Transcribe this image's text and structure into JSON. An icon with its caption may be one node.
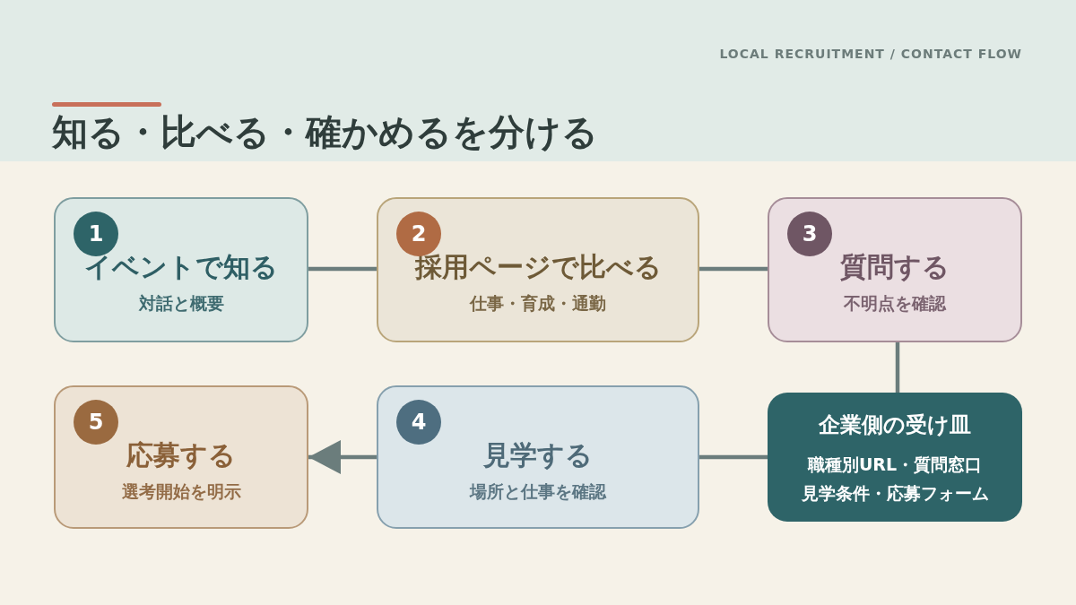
{
  "diagram": {
    "title": "知る・比べる・確かめるを分ける",
    "nodes": [
      {
        "text": [
          "イベントで知る",
          "対話と概要"
        ]
      },
      {
        "text": [
          "1"
        ],
        "in": 0
      },
      {
        "text": [
          "採用ページで比べる",
          "仕事・育成・通勤"
        ]
      },
      {
        "text": [
          "2"
        ],
        "in": 2
      },
      {
        "text": [
          "質問する",
          "不明点を確認"
        ]
      },
      {
        "text": [
          "3"
        ],
        "in": 4
      },
      {
        "text": [
          "企業側の受け皿",
          "職種別URL・質問窓口",
          "見学条件・応募フォーム"
        ]
      },
      {
        "text": [
          "見学する",
          "場所と仕事を確認"
        ]
      },
      {
        "text": [
          "4"
        ],
        "in": 7
      },
      {
        "text": [
          "応募する",
          "選考開始を明示"
        ]
      },
      {
        "text": [
          "5"
        ],
        "in": 9
      }
    ],
    "edges": [
      {
        "from": 0,
        "to": 2,
        "arrow": "none"
      },
      {
        "from": 2,
        "to": 4,
        "arrow": "none"
      },
      {
        "from": 4,
        "to": 6,
        "arrow": "none"
      },
      {
        "from": 6,
        "to": 7,
        "arrow": "none"
      },
      {
        "from": 7,
        "to": 9,
        "arrow": "to"
      }
    ],
    "labels": [
      "LOCAL RECRUITMENT / CONTACT FLOW"
    ]
  }
}
